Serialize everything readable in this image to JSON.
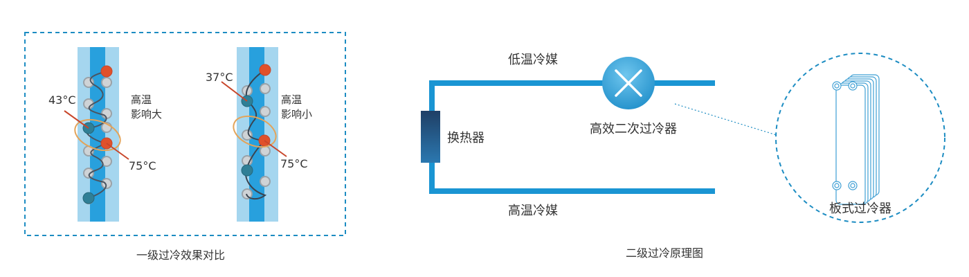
{
  "left_panel": {
    "caption": "一级过冷效果对比",
    "left_exchanger": {
      "inlet_temp": "43°C",
      "outlet_temp": "75°C",
      "note_line1": "高温",
      "note_line2": "影响大"
    },
    "right_exchanger": {
      "inlet_temp": "37°C",
      "outlet_temp": "75°C",
      "note_line1": "高温",
      "note_line2": "影响小"
    }
  },
  "right_panel": {
    "caption": "二级过冷原理图",
    "low_temp_refrigerant": "低温冷媒",
    "high_temp_refrigerant": "高温冷媒",
    "heat_exchanger": "换热器",
    "subcooler": "高效二次过冷器",
    "plate_subcooler": "板式过冷器"
  },
  "colors": {
    "pipe_blue": "#1a95d3",
    "light_blue": "#9fd3ee",
    "dashed_border": "#1c8cc2",
    "red_ball": "#e0512b",
    "teal_ball": "#2f7f96",
    "gray_ball": "#cfd3d6",
    "oval": "#e3a45a",
    "leader": "#c8462a",
    "dark_block": "#1e4f7c"
  }
}
